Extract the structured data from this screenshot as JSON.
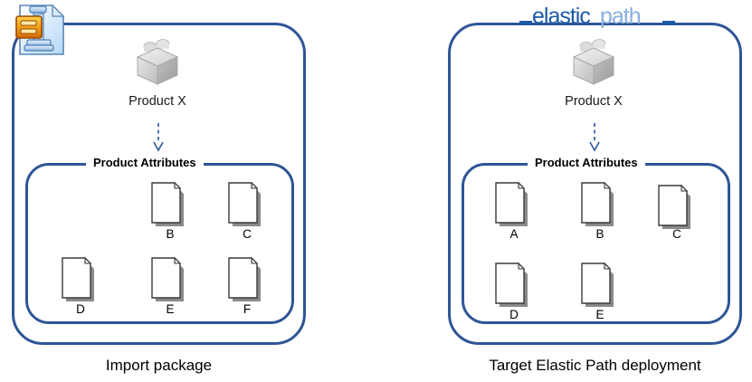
{
  "diagram": {
    "title_visible": false,
    "colors": {
      "box_border": "#2f5597",
      "arrow": "#2f5597",
      "logo_dark": "#1c5aa8",
      "logo_light": "#8ab0e0",
      "doc_outline": "#3a3a3a",
      "doc_shadow": "#8a8a8a",
      "cube_gray": "#c9c9c9"
    },
    "panels": [
      {
        "id": "import-package",
        "caption": "Import package",
        "badge_icon": "zip-archive-icon",
        "product": {
          "icon": "product-cube-icon",
          "label": "Product X"
        },
        "arrow_icon": "dashed-down-arrow-icon",
        "attributes_title": "Product Attributes",
        "attribute_rows": [
          [
            "B",
            "C"
          ],
          [
            "D",
            "E",
            "F"
          ]
        ]
      },
      {
        "id": "target-deployment",
        "caption": "Target Elastic Path deployment",
        "badge_icon": "elastic-path-logo",
        "logo": {
          "word_one": "elastic",
          "word_two": "path"
        },
        "product": {
          "icon": "product-cube-icon",
          "label": "Product X"
        },
        "arrow_icon": "dashed-down-arrow-icon",
        "attributes_title": "Product Attributes",
        "attribute_rows": [
          [
            "A",
            "B",
            "C"
          ],
          [
            "D",
            "E"
          ]
        ]
      }
    ]
  }
}
